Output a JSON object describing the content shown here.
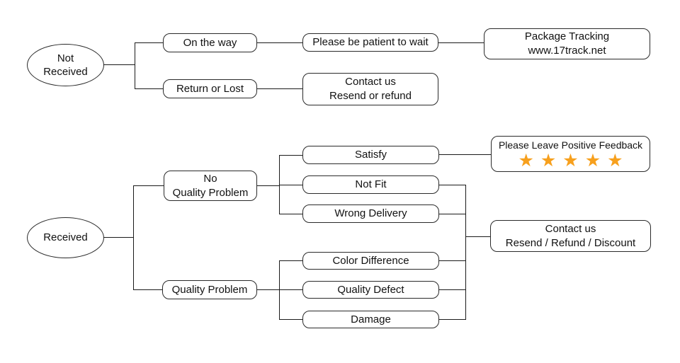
{
  "colors": {
    "star_orange": "#F7A01D",
    "stroke": "#1A1A1A",
    "background": "#FFFFFF"
  },
  "not_received_flow": {
    "start": "Not Received",
    "on_the_way": "On the way",
    "be_patient": "Please be patient to wait",
    "tracking_line1": "Package Tracking",
    "tracking_line2": "www.17track.net",
    "return_or_lost": "Return or Lost",
    "contact_line1": "Contact us",
    "contact_line2": "Resend or refund"
  },
  "received_flow": {
    "start": "Received",
    "no_quality_line1": "No",
    "no_quality_line2": "Quality Problem",
    "quality_problem": "Quality Problem",
    "satisfy": "Satisfy",
    "not_fit": "Not Fit",
    "wrong_delivery": "Wrong Delivery",
    "color_difference": "Color Difference",
    "quality_defect": "Quality Defect",
    "damage": "Damage",
    "feedback_label": "Please Leave Positive Feedback",
    "stars": "★★★★★",
    "star_count": 5,
    "contact_line1": "Contact us",
    "contact_line2": "Resend / Refund / Discount"
  }
}
